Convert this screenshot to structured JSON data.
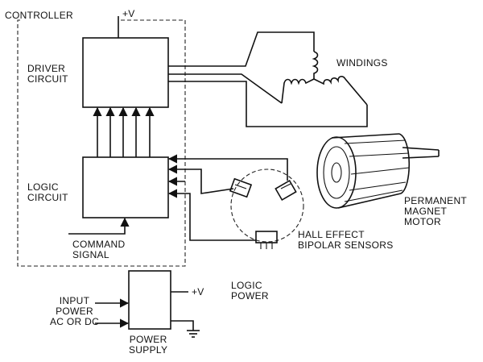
{
  "labels": {
    "controller": "CONTROLLER",
    "vplus_top": "+V",
    "driver": "DRIVER\nCIRCUIT",
    "windings": "WINDINGS",
    "logic": "LOGIC\nCIRCUIT",
    "command": "COMMAND\nSIGNAL",
    "motor": "PERMANENT\nMAGNET\nMOTOR",
    "hall": "HALL EFFECT\nBIPOLAR SENSORS",
    "logic_power": "LOGIC\nPOWER",
    "vplus_ps": "+V",
    "input_power": "INPUT\nPOWER\nAC OR DC",
    "power_supply": "POWER\nSUPPLY"
  }
}
